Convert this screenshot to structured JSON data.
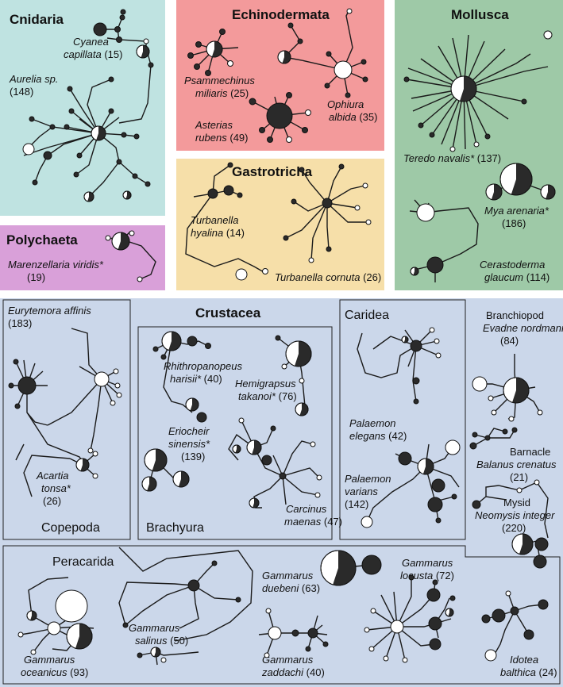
{
  "colors": {
    "cnidaria": "#bfe3e1",
    "echinodermata": "#f39a9b",
    "mollusca": "#9ec9a7",
    "gastrotricha": "#f6dfa9",
    "polychaeta": "#d9a0d9",
    "crustacea": "#cbd7ea",
    "node_dark": "#2a2a2a",
    "node_light": "#ffffff",
    "edge": "#1a1a1a"
  },
  "groups": {
    "cnidaria": "Cnidaria",
    "echinodermata": "Echinodermata",
    "mollusca": "Mollusca",
    "gastrotricha": "Gastrotricha",
    "polychaeta": "Polychaeta",
    "crustacea": "Crustacea",
    "copepoda": "Copepoda",
    "brachyura": "Brachyura",
    "caridea": "Caridea",
    "branchiopod": "Branchiopod",
    "barnacle": "Barnacle",
    "mysid": "Mysid",
    "peracarida": "Peracarida"
  },
  "species": {
    "cyanea": {
      "genus": "Cyanea",
      "epithet": "capillata",
      "n": "(15)"
    },
    "aurelia": {
      "name": "Aurelia sp.",
      "n": "(148)"
    },
    "psammechinus": {
      "genus": "Psammechinus",
      "epithet": "miliaris",
      "n": "(25)"
    },
    "ophiura": {
      "genus": "Ophiura",
      "epithet": "albida",
      "n": "(35)"
    },
    "asterias": {
      "genus": "Asterias",
      "epithet": "rubens",
      "n": "(49)"
    },
    "teredo": {
      "name": "Teredo navalis*",
      "n": "(137)"
    },
    "mya": {
      "name": "Mya arenaria*",
      "n": "(186)"
    },
    "cerastoderma": {
      "genus": "Cerastoderma",
      "epithet": "glaucum",
      "n": "(114)"
    },
    "turbanella_h": {
      "genus": "Turbanella",
      "epithet": "hyalina",
      "n": "(14)"
    },
    "turbanella_c": {
      "name": "Turbanella cornuta",
      "n": "(26)"
    },
    "marenzelleria": {
      "name": "Marenzellaria viridis*",
      "n": "(19)"
    },
    "eurytemora": {
      "name": "Eurytemora affinis",
      "n": "(183)"
    },
    "acartia": {
      "genus": "Acartia",
      "epithet": "tonsa*",
      "n": "(26)"
    },
    "rhithropanopeus": {
      "genus": "Rhithropanopeus",
      "epithet": "harisii*",
      "n": "(40)"
    },
    "hemigrapsus": {
      "genus": "Hemigrapsus",
      "epithet": "takanoi*",
      "n": "(76)"
    },
    "eriocheir": {
      "genus": "Eriocheir",
      "epithet": "sinensis*",
      "n": "(139)"
    },
    "carcinus": {
      "genus": "Carcinus",
      "epithet": "maenas",
      "n": "(47)"
    },
    "palaemon_e": {
      "genus": "Palaemon",
      "epithet": "elegans",
      "n": "(42)"
    },
    "palaemon_v": {
      "genus": "Palaemon",
      "epithet": "varians",
      "n": "(142)"
    },
    "evadne": {
      "name": "Evadne nordmanni",
      "n": "(84)"
    },
    "balanus": {
      "name": "Balanus crenatus",
      "n": "(21)"
    },
    "neomysis": {
      "name": "Neomysis integer",
      "n": "(220)"
    },
    "g_duebeni": {
      "genus": "Gammarus",
      "epithet": "duebeni",
      "n": "(63)"
    },
    "g_locusta": {
      "genus": "Gammarus",
      "epithet": "locusta",
      "n": "(72)"
    },
    "g_salinus": {
      "genus": "Gammarus",
      "epithet": "salinus",
      "n": "(50)"
    },
    "g_oceanicus": {
      "genus": "Gammarus",
      "epithet": "oceanicus",
      "n": "(93)"
    },
    "g_zaddachi": {
      "genus": "Gammarus",
      "epithet": "zaddachi",
      "n": "(40)"
    },
    "idotea": {
      "genus": "Idotea",
      "epithet": "balthica",
      "n": "(24)"
    }
  }
}
